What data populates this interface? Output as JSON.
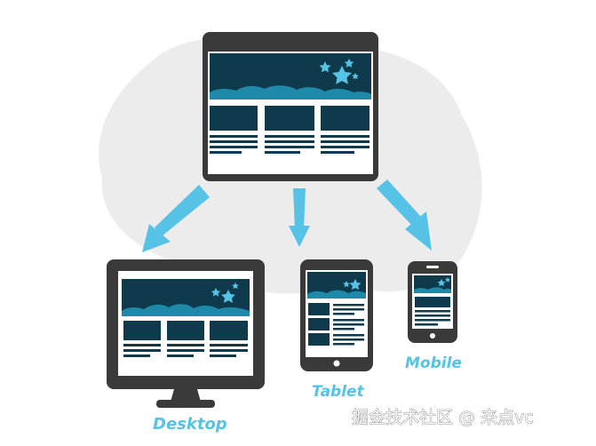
{
  "colors": {
    "frame": "#3a3a3a",
    "screen_bg": "#ffffff",
    "hero_bg": "#0e3a4c",
    "cloud": "#1f89aa",
    "star": "#56c3e6",
    "arrow": "#56c3e6",
    "label": "#56c3e6",
    "blob": "#ececec"
  },
  "devices": {
    "desktop": {
      "label": "Desktop",
      "icon": "desktop-monitor-icon"
    },
    "tablet": {
      "label": "Tablet",
      "icon": "tablet-icon"
    },
    "mobile": {
      "label": "Mobile",
      "icon": "smartphone-icon"
    }
  },
  "source": {
    "icon": "website-window-icon"
  },
  "watermark": {
    "text": "掘金技术社区 @ 来点vc"
  }
}
